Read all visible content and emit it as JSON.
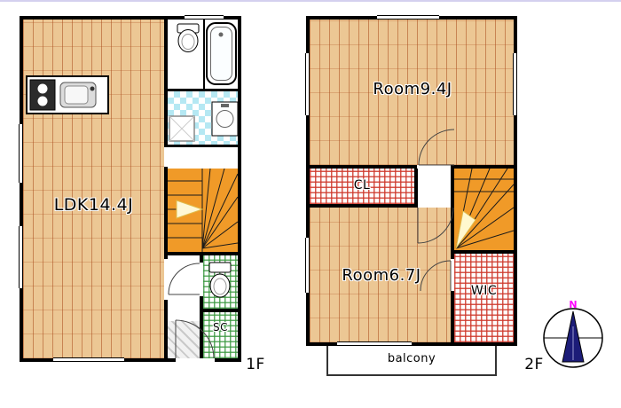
{
  "page": {
    "type": "floor-plan"
  },
  "floor1": {
    "label": "1F",
    "ldk_label": "LDK14.4J",
    "sc_label": "SC"
  },
  "floor2": {
    "label": "2F",
    "room_large_label": "Room9.4J",
    "closet_label": "CL",
    "room_small_label": "Room6.7J",
    "wic_label": "WIC",
    "balcony_label": "balcony"
  },
  "compass": {
    "north_label": "N"
  },
  "colors": {
    "wall": "#000000",
    "wood_floor": "#ecc794",
    "wood_grain": "#aa4e1e",
    "stair_orange": "#f09a28",
    "tile_blue": "#b5e8f3",
    "closet_grid_red": "#ce372a",
    "closet_grid_green": "#37963c",
    "compass_needle": "#1c1c78",
    "compass_north": "#ff00ff"
  }
}
